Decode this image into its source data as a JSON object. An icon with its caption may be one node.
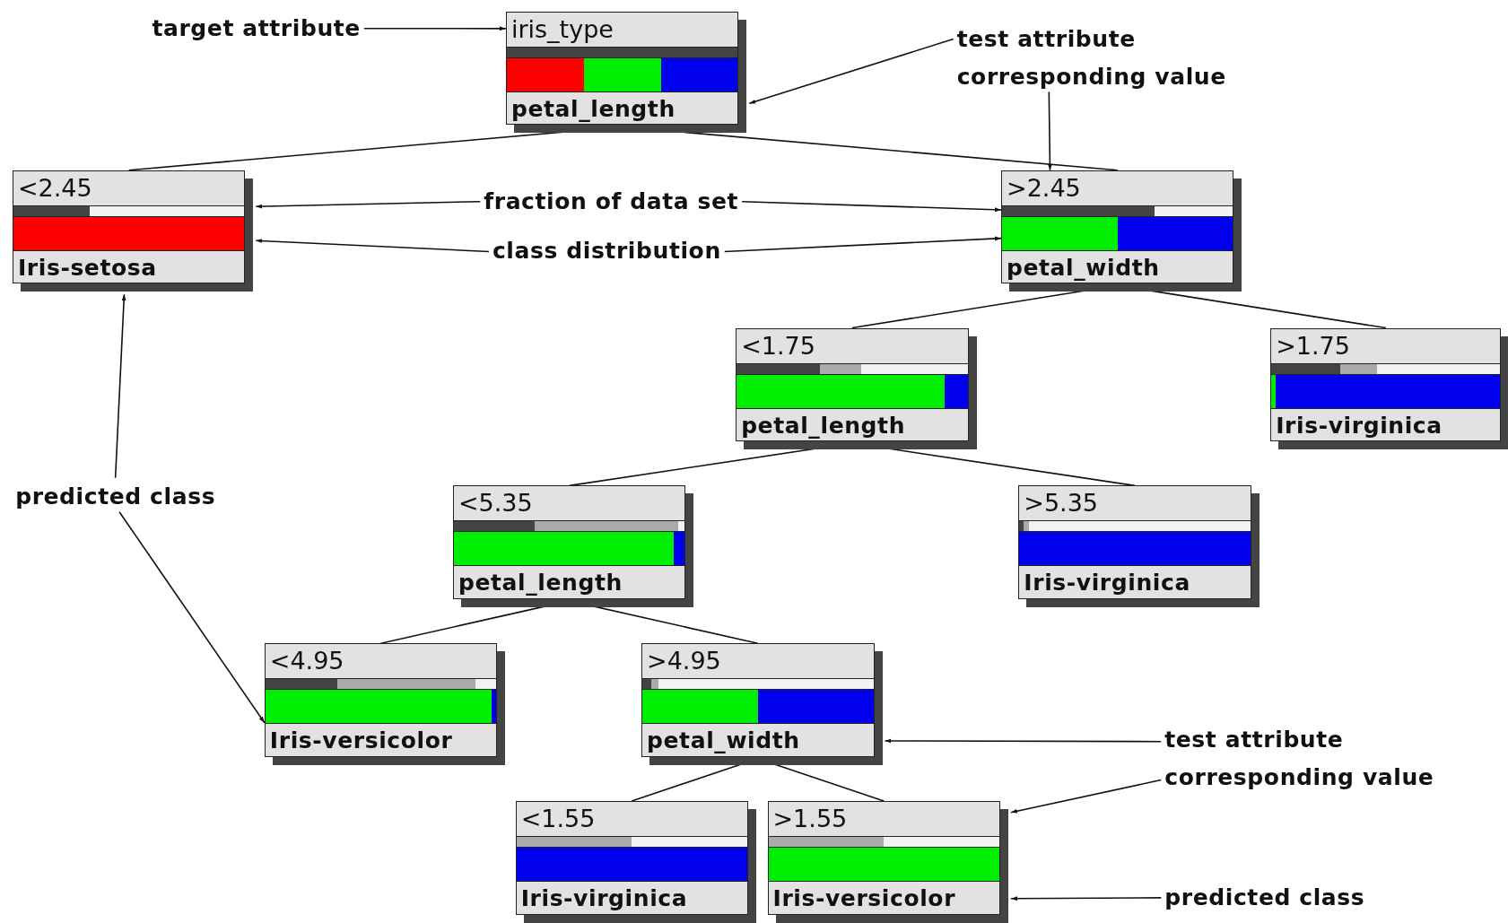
{
  "diagram": {
    "nodes": [
      {
        "text": [
          "iris_type",
          "petal_length"
        ]
      },
      {
        "text": [
          "<2.45",
          "Iris-setosa"
        ]
      },
      {
        "text": [
          ">2.45",
          "petal_width"
        ]
      },
      {
        "text": [
          "<1.75",
          "petal_length"
        ]
      },
      {
        "text": [
          ">1.75",
          "Iris-virginica"
        ]
      },
      {
        "text": [
          "<5.35",
          "petal_length"
        ]
      },
      {
        "text": [
          ">5.35",
          "Iris-virginica"
        ]
      },
      {
        "text": [
          "<4.95",
          "Iris-versicolor"
        ]
      },
      {
        "text": [
          ">4.95",
          "petal_width"
        ]
      },
      {
        "text": [
          "<1.55",
          "Iris-virginica"
        ]
      },
      {
        "text": [
          ">1.55",
          "Iris-versicolor"
        ]
      },
      {
        "text": [
          "target attribute"
        ]
      },
      {
        "text": [
          "test attribute corresponding value"
        ]
      },
      {
        "text": [
          "fraction of data set"
        ]
      },
      {
        "text": [
          "class distribution"
        ]
      },
      {
        "text": [
          "predicted class"
        ]
      },
      {
        "text": [
          "test attribute corresponding value"
        ]
      },
      {
        "text": [
          "predicted class"
        ]
      }
    ],
    "edges": [
      {
        "from": 11,
        "to": 0,
        "arrow": "to"
      },
      {
        "from": 12,
        "to": 0,
        "arrow": "to"
      },
      {
        "from": 12,
        "to": 2,
        "arrow": "to"
      },
      {
        "from": 13,
        "to": 1,
        "arrow": "to"
      },
      {
        "from": 13,
        "to": 2,
        "arrow": "to"
      },
      {
        "from": 14,
        "to": 1,
        "arrow": "to"
      },
      {
        "from": 14,
        "to": 2,
        "arrow": "to"
      },
      {
        "from": 15,
        "to": 1,
        "arrow": "to"
      },
      {
        "from": 15,
        "to": 7,
        "arrow": "to"
      },
      {
        "from": 16,
        "to": 8,
        "arrow": "to"
      },
      {
        "from": 16,
        "to": 10,
        "arrow": "to"
      },
      {
        "from": 17,
        "to": 10,
        "arrow": "to"
      },
      {
        "from": 0,
        "to": 1,
        "arrow": "none"
      },
      {
        "from": 0,
        "to": 2,
        "arrow": "none"
      },
      {
        "from": 2,
        "to": 3,
        "arrow": "none"
      },
      {
        "from": 2,
        "to": 4,
        "arrow": "none"
      },
      {
        "from": 3,
        "to": 5,
        "arrow": "none"
      },
      {
        "from": 3,
        "to": 6,
        "arrow": "none"
      },
      {
        "from": 5,
        "to": 7,
        "arrow": "none"
      },
      {
        "from": 5,
        "to": 8,
        "arrow": "none"
      },
      {
        "from": 8,
        "to": 9,
        "arrow": "none"
      },
      {
        "from": 8,
        "to": 10,
        "arrow": "none"
      }
    ]
  }
}
